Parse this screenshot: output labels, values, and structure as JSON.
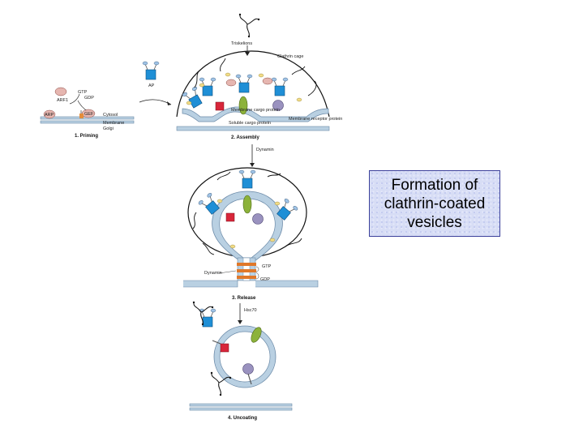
{
  "title": "Formation of\nclathrin-coated\nvesicles",
  "labels": {
    "triskelions": "Triskelions",
    "clathrin_cage": "Clathrin cage",
    "ap": "AP",
    "gtp": "GTP",
    "gdp": "GDP",
    "arf1": "ARF1",
    "gef": "GEF",
    "arp": "ARP",
    "membrane_cargo": "Membrane cargo protein",
    "soluble_cargo": "Soluble cargo protein",
    "membrane_receptor": "Membrane receptor protein",
    "cytosol": "Cytosol",
    "membrane": "Membrane",
    "golgi": "Golgi",
    "dynamin": "Dynamin",
    "hsc70": "Hsc70"
  },
  "steps": [
    "1. Priming",
    "2. Assembly",
    "3. Release",
    "4. Uncoating"
  ],
  "colors": {
    "ap": "#1f8fd6",
    "membrane": "#8fb3cf",
    "cargo_green": "#8cb23a",
    "cargo_red": "#d8263a",
    "receptor": "#9a92bf",
    "dynamin": "#e0782a"
  }
}
